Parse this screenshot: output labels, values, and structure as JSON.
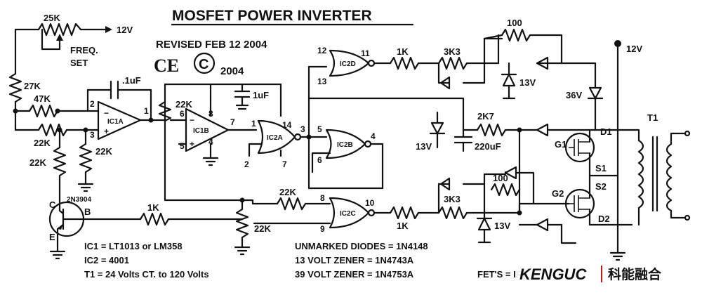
{
  "title": "MOSFET POWER INVERTER",
  "revision": "REVISED FEB 12 2004",
  "copyright_year": "2004",
  "ce_mark": "CE",
  "copyright_symbol": "C",
  "supply": {
    "v12_top": "12V",
    "v12_right": "12V"
  },
  "freq_pot": {
    "value": "25K",
    "caption_1": "FREQ.",
    "caption_2": "SET"
  },
  "resistors": {
    "r27k": "27K",
    "r47k": "47K",
    "r22k_a": "22K",
    "r22k_b": "22K",
    "r22k_c": "22K",
    "r22k_d": "22K",
    "r22k_e": "22K",
    "r22k_pot": "22K",
    "r1k_base": "1K",
    "r1k_top": "1K",
    "r3k3_top": "3K3",
    "r100_top": "100",
    "r2k7": "2K7",
    "r100_bot": "100",
    "r3k3_bot": "3K3",
    "r1k_bot": "1K"
  },
  "capacitors": {
    "c1uf_top": ".1uF",
    "c1uf_mid": "1uF",
    "c220uf": "220uF"
  },
  "zeners": {
    "z13v_top": "13V",
    "z13v_mid": "13V",
    "z13v_bot": "13V",
    "z36v": "36V"
  },
  "ic_labels": {
    "ic1a": "IC1A",
    "ic1b": "IC1B",
    "ic2a": "IC2A",
    "ic2b": "IC2B",
    "ic2c": "IC2C",
    "ic2d": "IC2D"
  },
  "pins": {
    "ic1a_in_neg": "2",
    "ic1a_in_pos": "3",
    "ic1a_out": "1",
    "ic1b_in_neg": "6",
    "ic1b_in_pos": "5",
    "ic1b_out": "7",
    "ic1b_vcc": "8",
    "ic1b_gnd": "4",
    "ic2a_in1": "1",
    "ic2a_in2": "2",
    "ic2a_vcc": "14",
    "ic2a_gnd": "7",
    "ic2a_out": "3",
    "ic2b_in1": "5",
    "ic2b_in2": "6",
    "ic2b_out": "4",
    "ic2d_in1": "12",
    "ic2d_in2": "13",
    "ic2d_out": "11",
    "ic2c_in1": "8",
    "ic2c_in2": "9",
    "ic2c_out": "10"
  },
  "transistor": {
    "part": "2N3904",
    "collector": "C",
    "base": "B",
    "emitter": "E"
  },
  "fets": {
    "g1": "G1",
    "g2": "G2",
    "s1": "S1",
    "s2": "S2",
    "d1": "D1",
    "d2": "D2"
  },
  "transformer": {
    "label": "T1"
  },
  "sign_plus": "+",
  "sign_minus": "−",
  "notes": {
    "ic1": "IC1 = LT1013 or LM358",
    "ic2": "IC2 = 4001",
    "t1": "T1 = 24 Volts CT. to 120 Volts",
    "diodes": "UNMARKED DIODES = 1N4148",
    "zener13": "13 VOLT ZENER = 1N4743A",
    "zener39": "39 VOLT ZENER = 1N4753A",
    "fets": "FET'S = IRF"
  },
  "watermark": {
    "brand": "KENGUC",
    "chinese": "科能融合",
    "color": "#c8161d"
  }
}
